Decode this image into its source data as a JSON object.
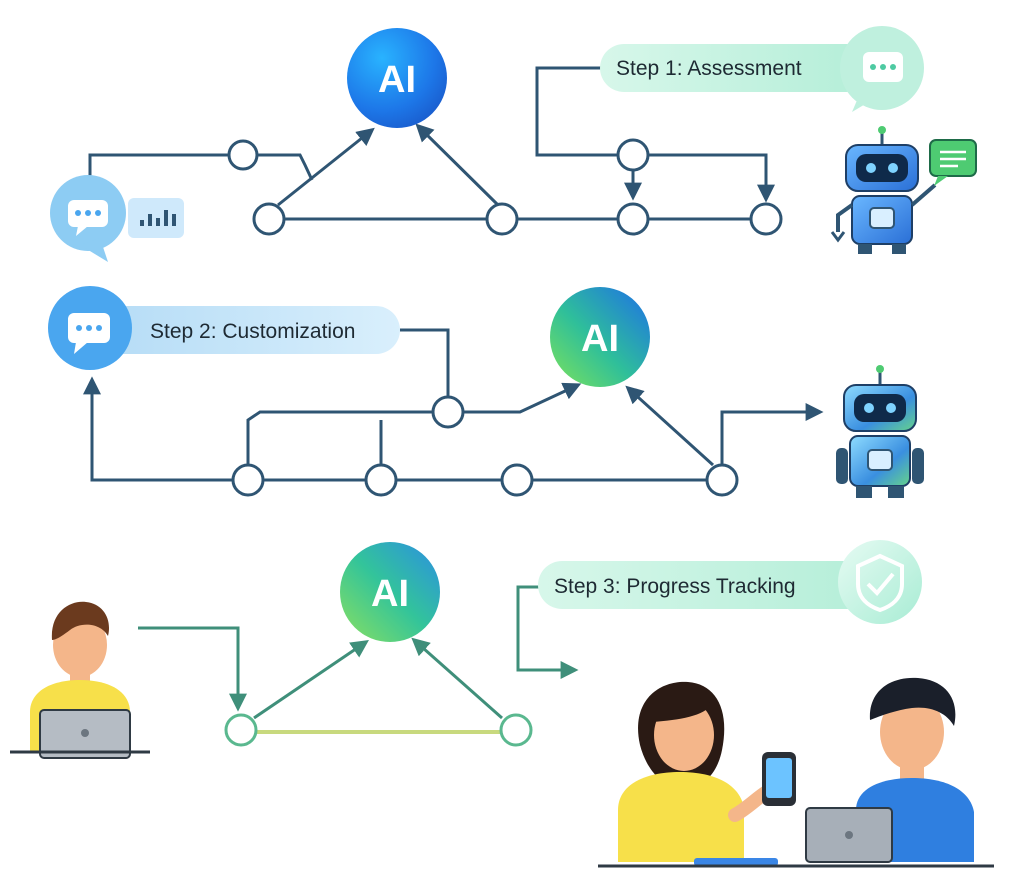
{
  "ai_label": "AI",
  "steps": [
    {
      "label": "Step 1: Assessment"
    },
    {
      "label": "Step 2: Customization"
    },
    {
      "label": "Step 3: Progress Tracking"
    }
  ],
  "colors": {
    "line": "#2f5573",
    "line_green": "#3f8f7a",
    "pill_mint": "#c8f3e4",
    "pill_blue": "#bfe3f7",
    "ai_blue": "#1d77e8",
    "ai_green": "#3ed38a",
    "chat_blue": "#4aa6ef",
    "robot_blue": "#3a8fe0"
  },
  "icons": [
    "chat-bubble-icon",
    "robot-icon",
    "shield-check-icon",
    "signal-icon",
    "message-icon",
    "person-icon",
    "laptop-icon",
    "phone-icon"
  ]
}
